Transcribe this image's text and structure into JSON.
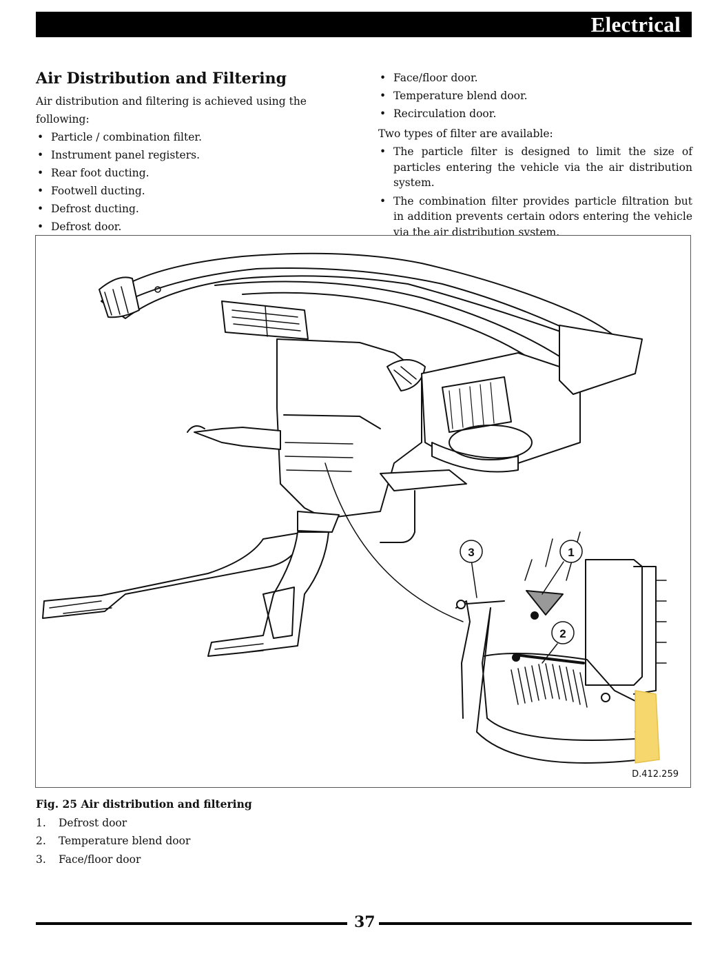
{
  "header": {
    "title": "Electrical"
  },
  "section": {
    "title": "Air Distribution and Filtering",
    "intro": "Air distribution and filtering is achieved using the following:",
    "items_left": [
      "Particle / combination filter.",
      "Instrument panel registers.",
      "Rear foot ducting.",
      "Footwell ducting.",
      "Defrost ducting.",
      "Defrost door."
    ],
    "items_right": [
      "Face/floor door.",
      "Temperature blend door.",
      "Recirculation door."
    ],
    "filter_intro": "Two types of filter are available:",
    "filter_types": [
      "The particle filter is designed to limit the size of particles entering the vehicle via the air distribution system.",
      "The combination filter provides particle filtration but in addition prevents certain odors entering the vehicle via the air distribution system."
    ]
  },
  "figure": {
    "ref": "D.412.259",
    "callouts": [
      "1",
      "2",
      "3"
    ],
    "caption_title": "Fig. 25  Air distribution and filtering",
    "legend": [
      {
        "num": "1.",
        "label": "Defrost door"
      },
      {
        "num": "2.",
        "label": "Temperature blend door"
      },
      {
        "num": "3.",
        "label": "Face/floor door"
      }
    ]
  },
  "footer": {
    "page_number": "37"
  }
}
